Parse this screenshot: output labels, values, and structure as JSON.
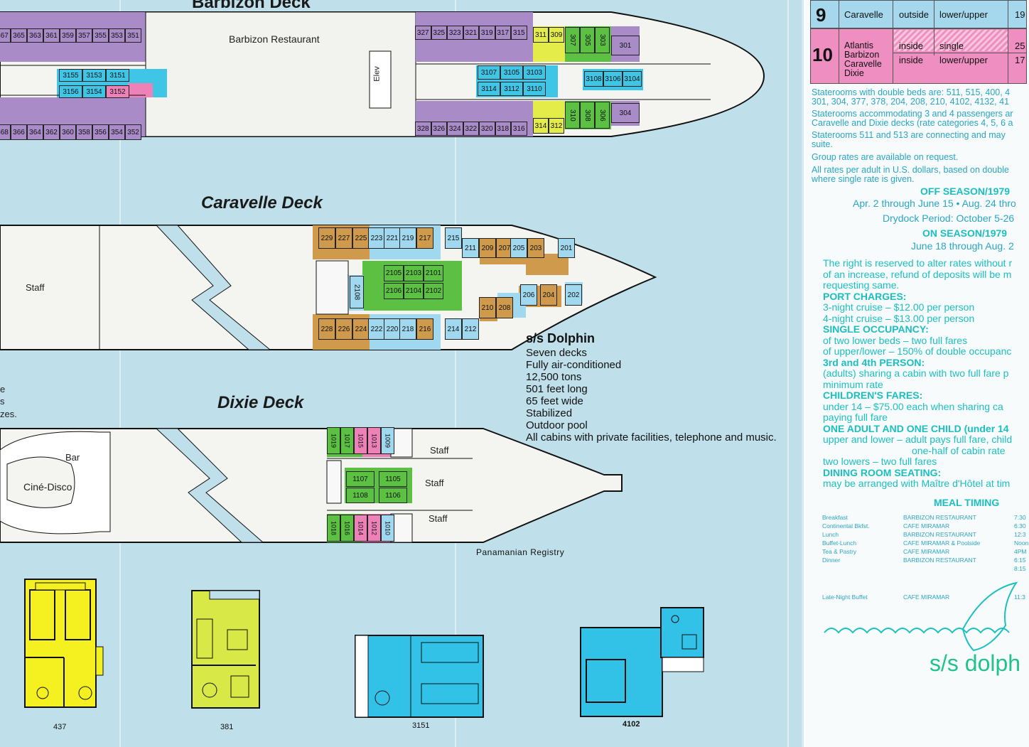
{
  "decks": {
    "barbizon": {
      "title": "Barbizon Deck",
      "restaurant": "Barbizon Restaurant",
      "elev": "Elev"
    },
    "caravelle": {
      "title": "Caravelle Deck",
      "staff": "Staff"
    },
    "dixie": {
      "title": "Dixie Deck",
      "bar": "Bar",
      "disco": "Ciné-Disco",
      "staff": "Staff"
    }
  },
  "cabins": {
    "b_top_left": [
      "367",
      "365",
      "363",
      "361",
      "359",
      "357",
      "355",
      "353",
      "351"
    ],
    "b_top_right": [
      "327",
      "325",
      "323",
      "321",
      "319",
      "317",
      "315"
    ],
    "b_top_yellow": [
      "311",
      "309"
    ],
    "b_top_green": [
      "307",
      "305",
      "303"
    ],
    "b_top_end": "301",
    "b_mid_left_top": [
      "3155",
      "3153",
      "3151"
    ],
    "b_mid_left_bot": [
      "3156",
      "3154",
      "3152"
    ],
    "b_mid_right_top": [
      "3107",
      "3105",
      "3103"
    ],
    "b_mid_right_bot": [
      "3114",
      "3112",
      "3110"
    ],
    "b_mid_right_green": [
      "3108",
      "3106",
      "3104"
    ],
    "b_bot_left": [
      "368",
      "366",
      "364",
      "362",
      "360",
      "358",
      "356",
      "354",
      "352"
    ],
    "b_bot_right": [
      "328",
      "326",
      "324",
      "322",
      "320",
      "318",
      "316"
    ],
    "b_bot_yellow": [
      "314",
      "312"
    ],
    "b_bot_green": [
      "310",
      "308",
      "306"
    ],
    "b_bot_end": "304",
    "c_top": [
      "229",
      "227",
      "225",
      "223",
      "221",
      "219",
      "217",
      "215",
      "211",
      "209",
      "207",
      "205",
      "203",
      "201"
    ],
    "c_mid": [
      "2108",
      "2105",
      "2103",
      "2101",
      "2106",
      "2104",
      "2102"
    ],
    "c_bot": [
      "228",
      "226",
      "224",
      "222",
      "220",
      "218",
      "216",
      "214",
      "212",
      "210",
      "208",
      "206",
      "204",
      "202"
    ],
    "d_top": [
      "1019",
      "1017",
      "1015",
      "1013",
      "1009"
    ],
    "d_mid": [
      "1107",
      "1105",
      "1108",
      "1106"
    ],
    "d_bot": [
      "1018",
      "1016",
      "1014",
      "1012",
      "1010"
    ]
  },
  "cropped_left": [
    "e",
    "s",
    "zes."
  ],
  "ship": {
    "name": "s/s Dolphin",
    "specs": [
      "Seven decks",
      "Fully air-conditioned",
      "12,500 tons",
      "501 feet long",
      "65 feet wide",
      "Stabilized",
      "Outdoor pool",
      "All cabins with private facilities, telephone and music."
    ],
    "registry": "Panamanian Registry"
  },
  "plans": [
    "437",
    "381",
    "3151",
    "4102"
  ],
  "rates": {
    "rows": [
      {
        "cat": "9",
        "decks": [
          "Caravelle"
        ],
        "types": [
          "outside"
        ],
        "beds": [
          "lower/upper"
        ],
        "price": "19"
      },
      {
        "cat": "10",
        "decks": [
          "Atlantis",
          "Barbizon",
          "Caravelle",
          "Dixie"
        ],
        "types": [
          "inside",
          "inside"
        ],
        "beds": [
          "single",
          "lower/upper"
        ],
        "price": [
          "25",
          "17"
        ]
      }
    ],
    "notes": [
      "Staterooms with double beds are: 511, 515, 400, 4",
      "301, 304, 377, 378, 204, 208, 210, 4102, 4132, 41",
      "Staterooms accommodating 3 and 4 passengers ar",
      "Caravelle and Dixie decks (rate categories 4, 5, 6 a",
      "Staterooms 511 and 513 are connecting and may",
      "suite.",
      "Group rates are available on request.",
      "All rates per adult in U.S. dollars, based on double",
      "where single rate is given."
    ],
    "off_season": {
      "title": "OFF SEASON/1979",
      "line1": "Apr. 2 through June 15 • Aug. 24 thro",
      "line2": "Drydock Period: October 5-26"
    },
    "on_season": {
      "title": "ON SEASON/1979",
      "line1": "June 18 through Aug. 2"
    },
    "policy": [
      {
        "t": "p",
        "text": "The right is reserved to alter rates without r"
      },
      {
        "t": "p",
        "text": "of an increase, refund of deposits will be m"
      },
      {
        "t": "p",
        "text": "requesting same."
      },
      {
        "t": "h",
        "text": "PORT CHARGES:"
      },
      {
        "t": "p",
        "text": "3-night cruise – $12.00 per person"
      },
      {
        "t": "p",
        "text": "4-night cruise – $13.00 per person"
      },
      {
        "t": "h",
        "text": "SINGLE OCCUPANCY:"
      },
      {
        "t": "p",
        "text": "of two lower beds – two full fares"
      },
      {
        "t": "p",
        "text": "of upper/lower – 150% of double occupanc"
      },
      {
        "t": "h",
        "text": "3rd and 4th PERSON:"
      },
      {
        "t": "p",
        "text": "(adults) sharing a cabin with two full fare p"
      },
      {
        "t": "p",
        "text": "minimum rate"
      },
      {
        "t": "h",
        "text": "CHILDREN'S FARES:"
      },
      {
        "t": "p",
        "text": "under 14 – $75.00 each when sharing ca"
      },
      {
        "t": "p",
        "text": "paying full fare"
      },
      {
        "t": "h",
        "text": "ONE ADULT AND ONE CHILD (under 14"
      },
      {
        "t": "p",
        "text": "upper and lower – adult pays full fare, child"
      },
      {
        "t": "p",
        "text": "one-half of cabin rate"
      },
      {
        "t": "p",
        "text": "two lowers – two full fares"
      },
      {
        "t": "h",
        "text": "DINING ROOM SEATING:"
      },
      {
        "t": "p",
        "text": "may be arranged with Maître d'Hôtel at tim"
      }
    ],
    "meal_timing": {
      "title": "MEAL TIMING",
      "rows": [
        [
          "Breakfast",
          "BARBIZON RESTAURANT",
          "7:30"
        ],
        [
          "Continental Bkfst.",
          "CAFE MIRAMAR",
          "6:30"
        ],
        [
          "Lunch",
          "BARBIZON RESTAURANT",
          "12:3"
        ],
        [
          "Buffet-Lunch",
          "CAFE MIRAMAR & Poolside",
          "Noon"
        ],
        [
          "Tea & Pastry",
          "CAFE MIRAMAR",
          "4PM"
        ],
        [
          "Dinner",
          "BARBIZON RESTAURANT",
          "6:15"
        ],
        [
          "",
          "",
          "8:15"
        ],
        [
          "Late-Night Buffet",
          "CAFE MIRAMAR",
          "11:3"
        ]
      ]
    },
    "logo": "s/s dolph"
  },
  "colors": {
    "bg": "#bfe0ea",
    "purple": "#a98bc8",
    "yellow": "#e4ec4a",
    "blue": "#3fc6e6",
    "pink": "#ee82b8",
    "orange": "#cf9a4c",
    "green": "#5cc043",
    "teal": "#1cbfc1"
  }
}
